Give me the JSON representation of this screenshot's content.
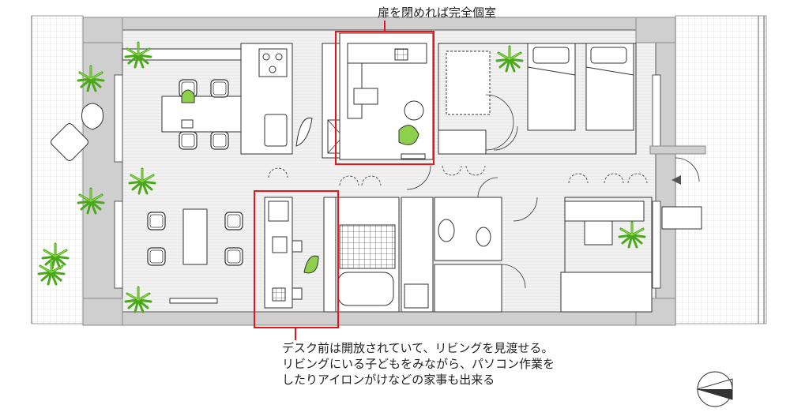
{
  "annotations": {
    "top": "扉を閉めれば完全個室",
    "bottom": [
      "デスク前は開放されていて、リビングを見渡せる。",
      "リビングにいる子どもをみながら、パソコン作業を",
      "したりアイロンがけなどの家事も出来る"
    ]
  },
  "colors": {
    "highlight": "#e8141b",
    "wall": "#cfcfcf",
    "plant": "#5cc21f",
    "floor": "#eeeeee"
  }
}
